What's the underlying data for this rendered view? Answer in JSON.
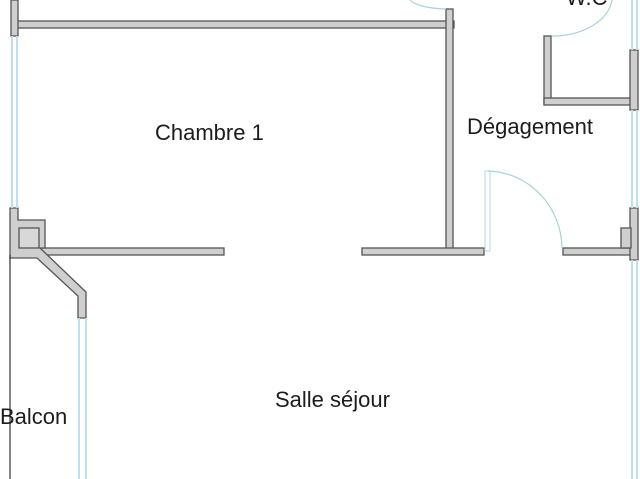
{
  "rooms": {
    "chambre": "Chambre 1",
    "degagement": "Dégagement",
    "sejour": "Salle séjour",
    "balcon": "Balcon",
    "wc": "W.C"
  },
  "colors": {
    "wall_fill": "#cfcfcf",
    "wall_stroke": "#555555",
    "window": "#bfe0ea",
    "door_arc": "#9fd0dc"
  }
}
